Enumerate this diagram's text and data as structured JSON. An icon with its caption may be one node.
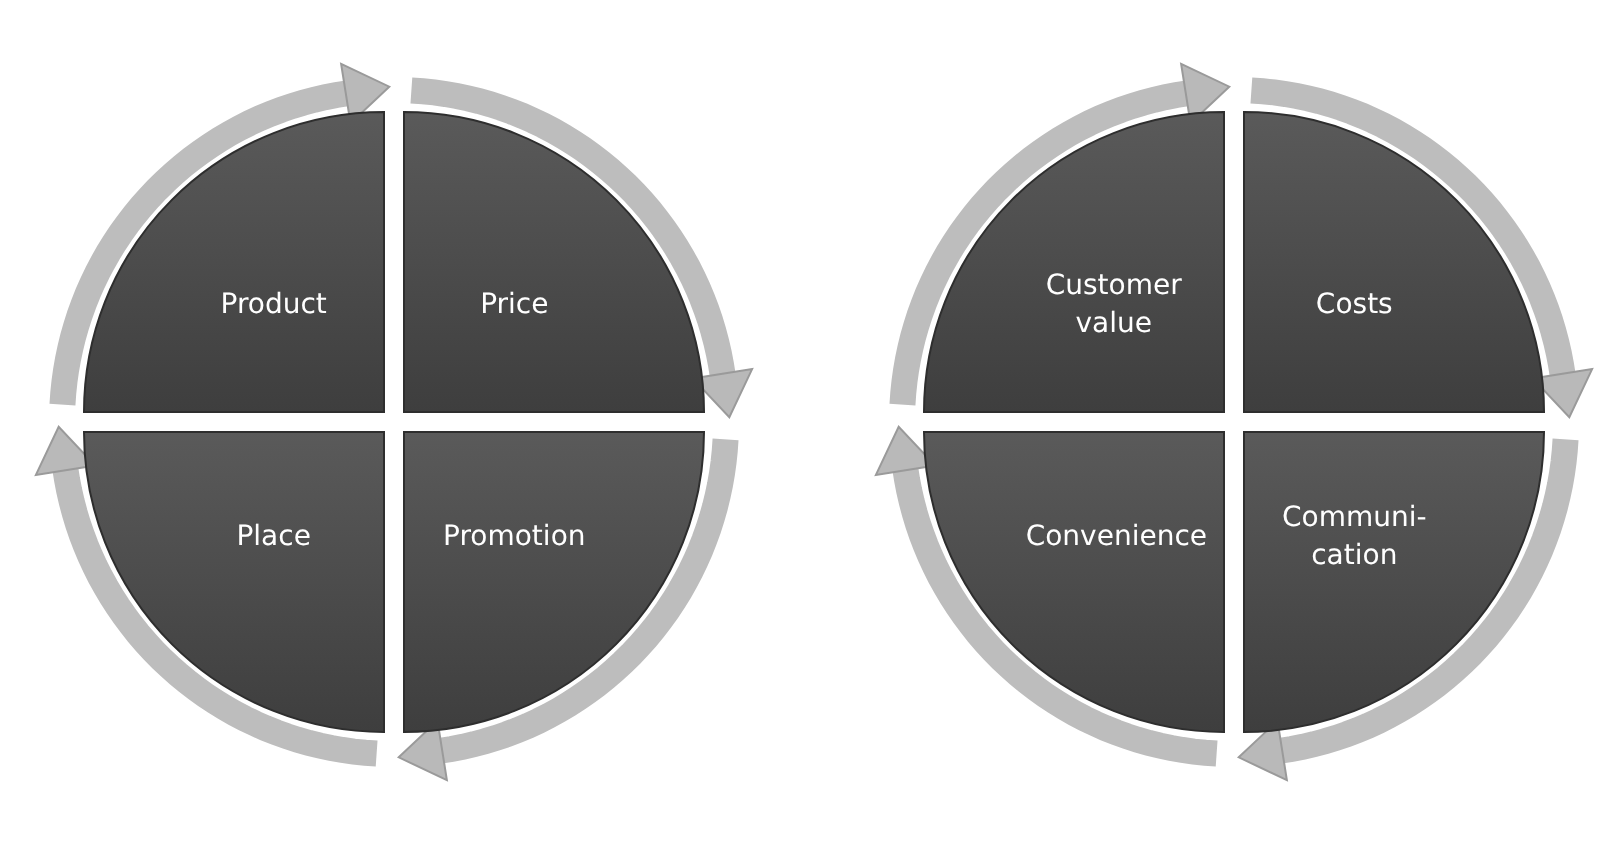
{
  "diagram": {
    "nodes": [
      {
        "text": [
          "Product"
        ]
      },
      {
        "text": [
          "Price"
        ]
      },
      {
        "text": [
          "Place"
        ]
      },
      {
        "text": [
          "Promotion"
        ]
      },
      {
        "text": [
          "Customer value"
        ]
      },
      {
        "text": [
          "Costs"
        ]
      },
      {
        "text": [
          "Convenience"
        ]
      },
      {
        "text": [
          "Communi-cation"
        ]
      }
    ],
    "edges": [
      {
        "from": 0,
        "to": 1,
        "arrow": "to"
      },
      {
        "from": 1,
        "to": 3,
        "arrow": "to"
      },
      {
        "from": 3,
        "to": 2,
        "arrow": "to"
      },
      {
        "from": 2,
        "to": 0,
        "arrow": "to"
      },
      {
        "from": 4,
        "to": 5,
        "arrow": "to"
      },
      {
        "from": 5,
        "to": 7,
        "arrow": "to"
      },
      {
        "from": 7,
        "to": 6,
        "arrow": "to"
      },
      {
        "from": 6,
        "to": 4,
        "arrow": "to"
      }
    ]
  }
}
